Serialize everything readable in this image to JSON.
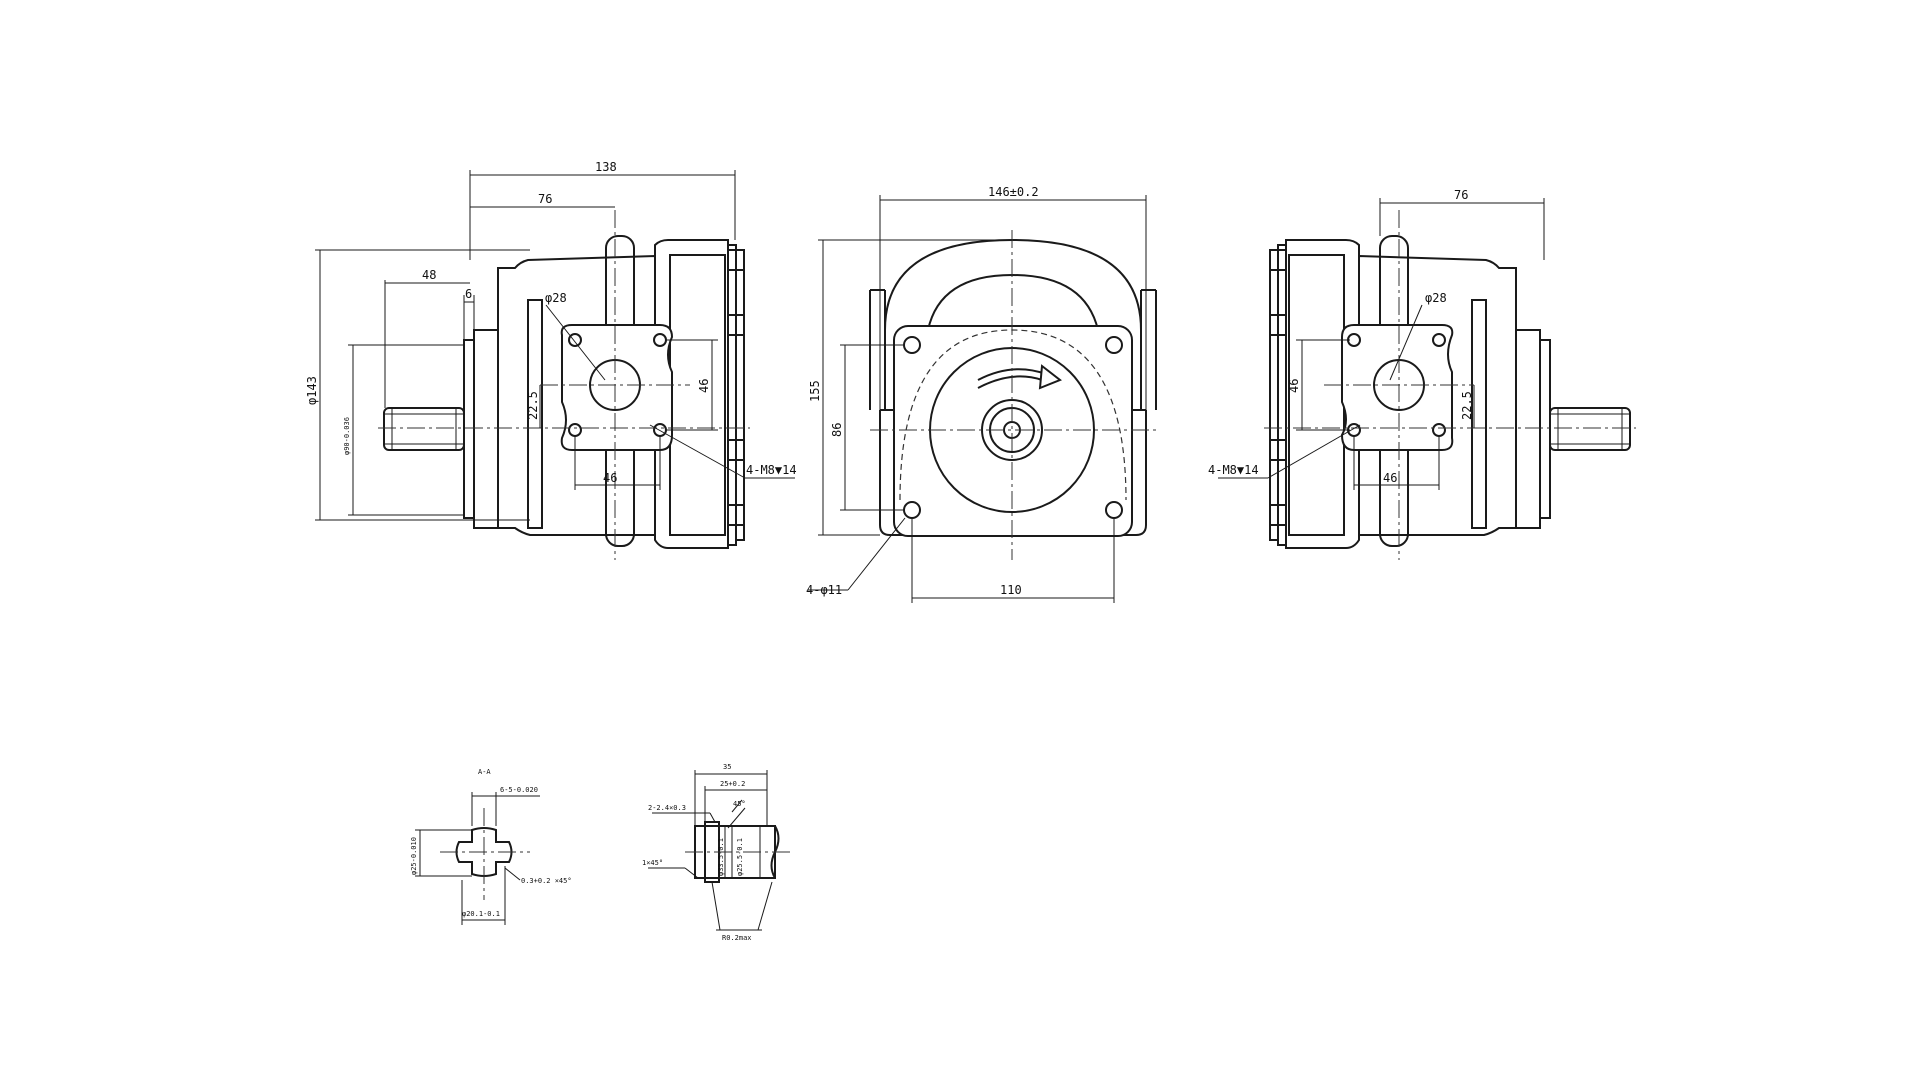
{
  "colors": {
    "line": "#1a1a1a",
    "background": "#ffffff"
  },
  "left_view": {
    "dim_overall": "138",
    "dim_port_offset": "76",
    "dim_shaft_len": "48",
    "dim_step": "6",
    "dim_body_dia": "φ143",
    "dim_pilot_dia": "φ90-0.036",
    "dim_port_dia": "φ28",
    "dim_port_h": "46",
    "dim_port_w": "46",
    "dim_center_off": "22.5",
    "callout_threads": "4-M8▼14"
  },
  "front_view": {
    "dim_width": "146±0.2",
    "dim_height": "155",
    "dim_inner": "86",
    "dim_bolt_span": "110",
    "callout_holes": "4-φ11"
  },
  "right_view": {
    "dim_port_offset": "76",
    "dim_port_dia": "φ28",
    "dim_port_h": "46",
    "dim_port_w": "46",
    "dim_center_off": "22.5",
    "callout_threads": "4-M8▼14"
  },
  "section_view": {
    "label": "A-A",
    "spline_width": "6-5-0.020",
    "dia_outer": "φ25-0.010",
    "dia_inner": "φ20.1-0.1",
    "chamfer": "0.3+0.2 ×45°"
  },
  "shaft_detail": {
    "dim_total": "35",
    "dim_spline": "25+0.2",
    "groove": "2-2.4×0.3",
    "chamfer": "1×45°",
    "angle": "45°",
    "dia_a": "φ33.5-0.1",
    "dia_b": "φ25.5-0.1",
    "note": "R0.2max"
  }
}
